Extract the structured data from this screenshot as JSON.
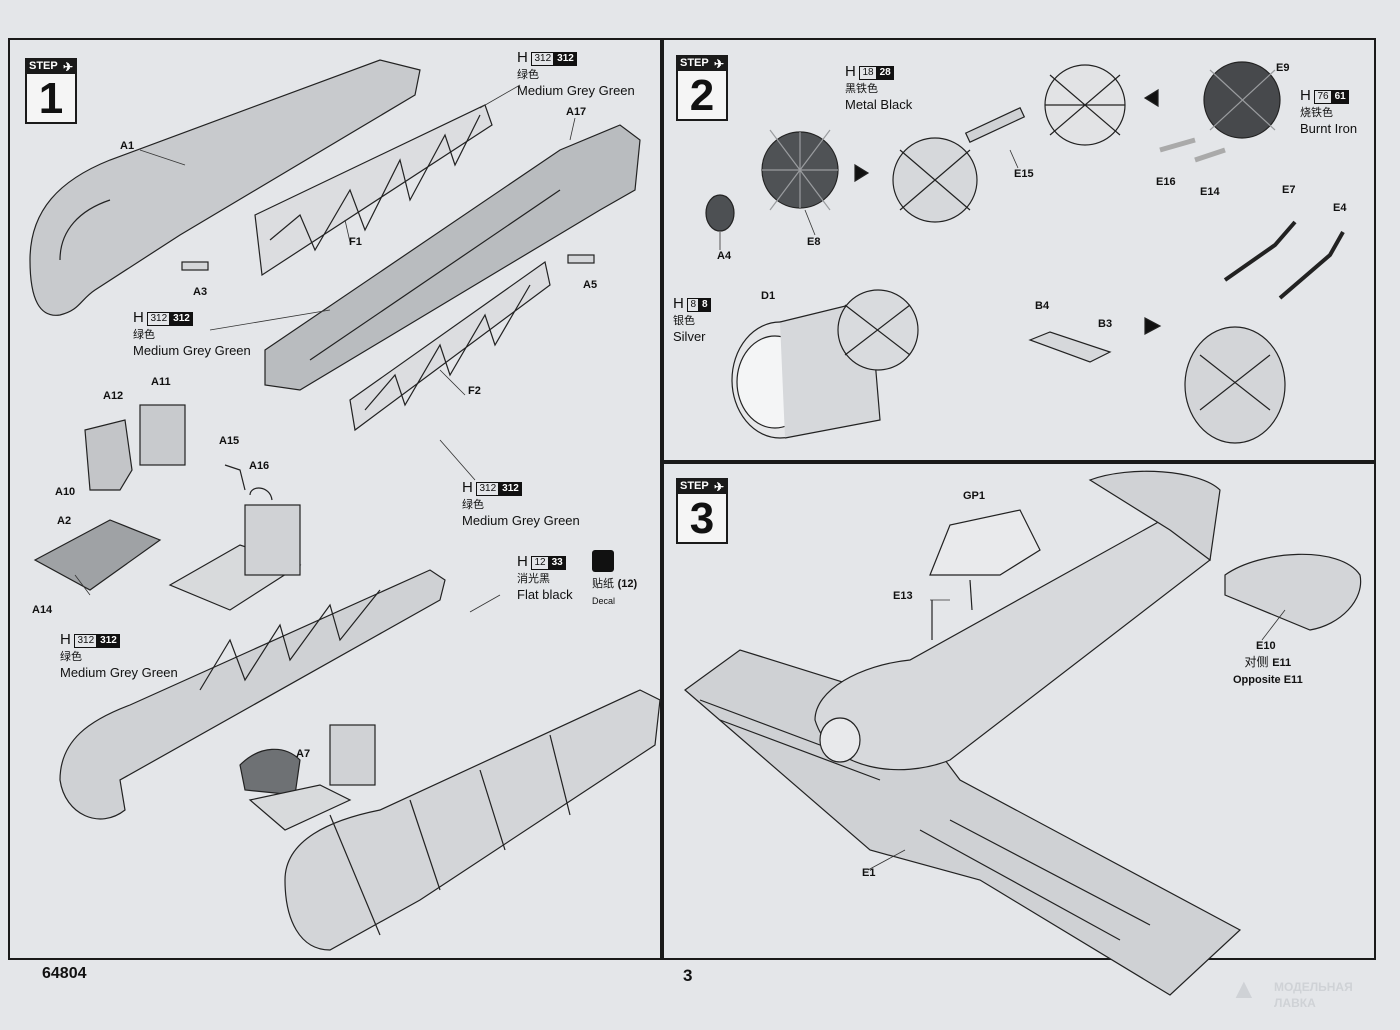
{
  "page": {
    "catalog_number": "64804",
    "page_number": "3"
  },
  "steps": {
    "s1": {
      "word": "STEP",
      "number": "1"
    },
    "s2": {
      "word": "STEP",
      "number": "2"
    },
    "s3": {
      "word": "STEP",
      "number": "3"
    }
  },
  "parts": {
    "A1": "A1",
    "A17": "A17",
    "F1": "F1",
    "F2": "F2",
    "A3": "A3",
    "A5": "A5",
    "A12": "A12",
    "A11": "A11",
    "A15": "A15",
    "A16": "A16",
    "A10": "A10",
    "A2": "A2",
    "A14": "A14",
    "A7": "A7",
    "E9": "E9",
    "E15": "E15",
    "E16": "E16",
    "E14": "E14",
    "E8": "E8",
    "A4": "A4",
    "D1": "D1",
    "E7": "E7",
    "E4": "E4",
    "B4": "B4",
    "B3": "B3",
    "GP1": "GP1",
    "E13": "E13",
    "E10": "E10",
    "E1": "E1"
  },
  "paints": {
    "mgg_top": {
      "h": "H",
      "c1": "312",
      "c2": "312",
      "cn": "绿色",
      "name": "Medium Grey Green"
    },
    "mgg_mid": {
      "h": "H",
      "c1": "312",
      "c2": "312",
      "cn": "绿色",
      "name": "Medium Grey Green"
    },
    "mgg_f2": {
      "h": "H",
      "c1": "312",
      "c2": "312",
      "cn": "绿色",
      "name": "Medium Grey Green"
    },
    "mgg_low": {
      "h": "H",
      "c1": "312",
      "c2": "312",
      "cn": "绿色",
      "name": "Medium Grey Green"
    },
    "flat_black": {
      "h": "H",
      "c1": "12",
      "c2": "33",
      "cn": "消光黑",
      "name": "Flat black"
    },
    "metal_black": {
      "h": "H",
      "c1": "18",
      "c2": "28",
      "cn": "黑铁色",
      "name": "Metal  Black"
    },
    "burnt_iron": {
      "h": "H",
      "c1": "76",
      "c2": "61",
      "cn": "烧铁色",
      "name": "Burnt Iron"
    },
    "silver": {
      "h": "H",
      "c1": "8",
      "c2": "8",
      "cn": "银色",
      "name": "Silver"
    }
  },
  "decal": {
    "cn": "贴纸",
    "name": "Decal",
    "number": "(12)"
  },
  "opposite": {
    "cn": "对侧",
    "part": "E11",
    "text": "Opposite  E11"
  },
  "watermark": {
    "line1": "МОДЕЛЬНАЯ",
    "line2": "ЛАВКА"
  }
}
